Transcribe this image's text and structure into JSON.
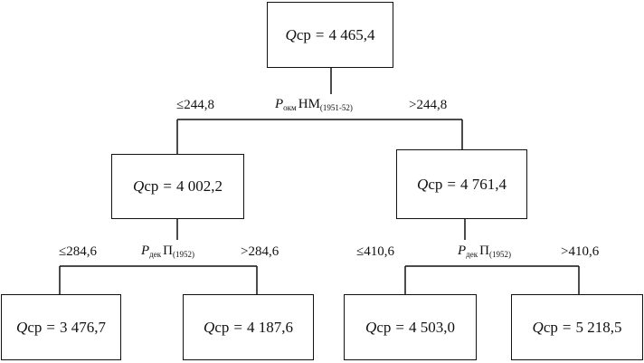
{
  "nodes": {
    "root": {
      "q": "Q",
      "cp": "ср",
      "eq": "=",
      "value": "4 465,4"
    },
    "left": {
      "q": "Q",
      "cp": "ср",
      "eq": "=",
      "value": "4 002,2"
    },
    "right": {
      "q": "Q",
      "cp": "ср",
      "eq": "=",
      "value": "4 761,4"
    },
    "ll": {
      "q": "Q",
      "cp": "ср",
      "eq": "=",
      "value": "3 476,7"
    },
    "lr": {
      "q": "Q",
      "cp": "ср",
      "eq": "=",
      "value": "4 187,6"
    },
    "rl": {
      "q": "Q",
      "cp": "ср",
      "eq": "=",
      "value": "4 503,0"
    },
    "rr": {
      "q": "Q",
      "cp": "ср",
      "eq": "=",
      "value": "5 218,5"
    }
  },
  "splits": {
    "root": {
      "p": "P",
      "sub": "окм",
      "main": "НМ",
      "sub2": "(1951-52)",
      "le": "≤244,8",
      "gt": ">244,8"
    },
    "left": {
      "p": "P",
      "sub": "дек",
      "main": "П",
      "sub2": "(1952)",
      "le": "≤284,6",
      "gt": ">284,6"
    },
    "right": {
      "p": "P",
      "sub": "дек",
      "main": "П",
      "sub2": "(1952)",
      "le": "≤410,6",
      "gt": ">410,6"
    }
  }
}
